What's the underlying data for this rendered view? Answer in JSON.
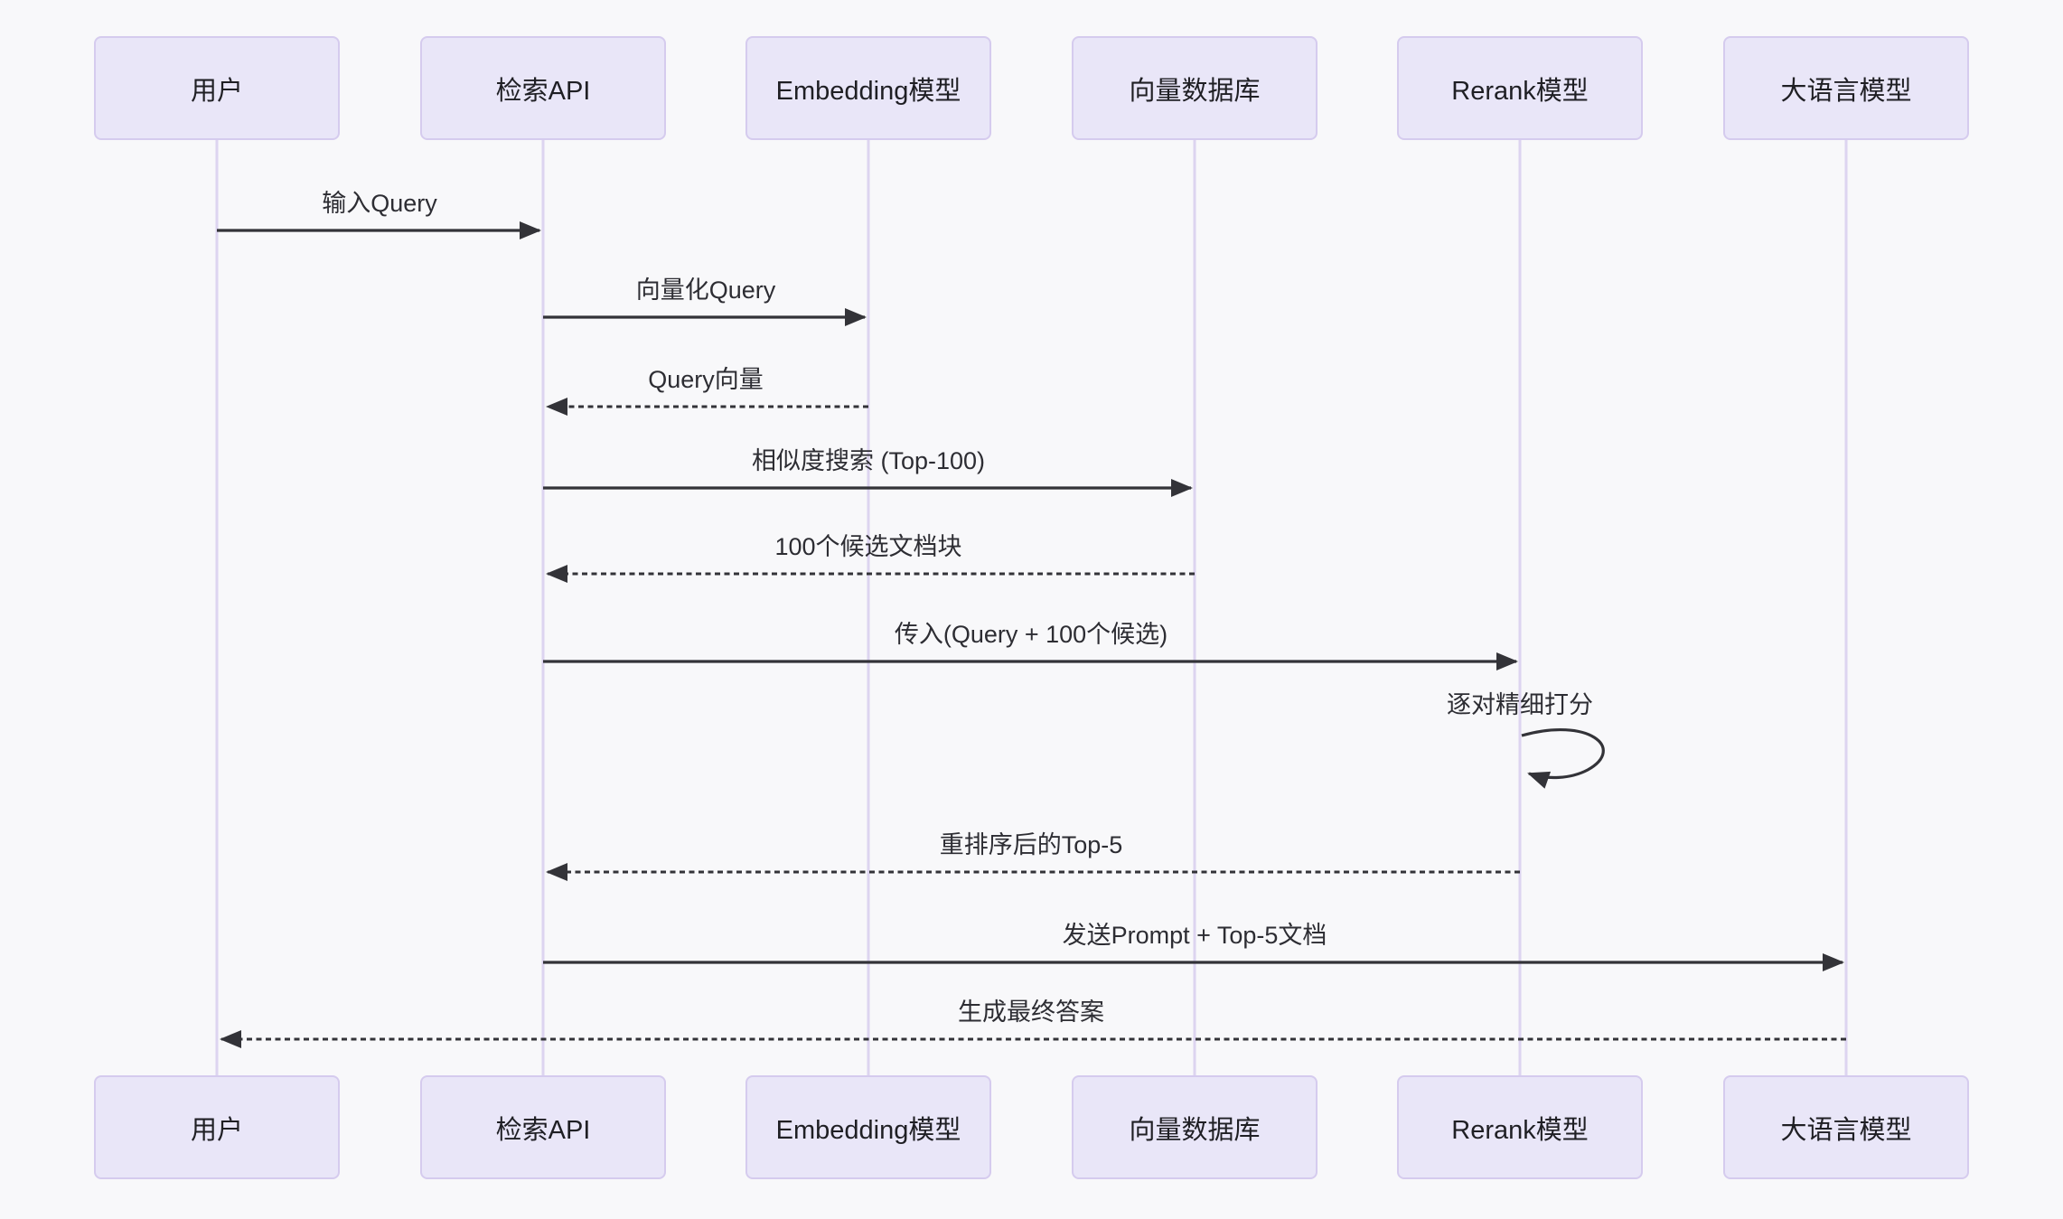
{
  "diagram": {
    "type": "sequence-diagram",
    "topic": "RAG retrieval with rerank flow",
    "colors": {
      "background": "#f8f8fa",
      "actor_fill": "#e9e6f8",
      "actor_border": "#d5cbee",
      "lifeline": "#ddd4f0",
      "arrow": "#333338",
      "text": "#2d2d33"
    },
    "actors": [
      {
        "id": "user",
        "label": "用户"
      },
      {
        "id": "retrieval-api",
        "label": "检索API"
      },
      {
        "id": "embedding-model",
        "label": "Embedding模型"
      },
      {
        "id": "vector-db",
        "label": "向量数据库"
      },
      {
        "id": "rerank-model",
        "label": "Rerank模型"
      },
      {
        "id": "llm",
        "label": "大语言模型"
      }
    ],
    "messages": [
      {
        "from": "用户",
        "to": "检索API",
        "label": "输入Query",
        "style": "solid"
      },
      {
        "from": "检索API",
        "to": "Embedding模型",
        "label": "向量化Query",
        "style": "solid"
      },
      {
        "from": "Embedding模型",
        "to": "检索API",
        "label": "Query向量",
        "style": "dashed"
      },
      {
        "from": "检索API",
        "to": "向量数据库",
        "label": "相似度搜索 (Top-100)",
        "style": "solid"
      },
      {
        "from": "向量数据库",
        "to": "检索API",
        "label": "100个候选文档块",
        "style": "dashed"
      },
      {
        "from": "检索API",
        "to": "Rerank模型",
        "label": "传入(Query + 100个候选)",
        "style": "solid"
      },
      {
        "from": "Rerank模型",
        "to": "Rerank模型",
        "label": "逐对精细打分",
        "style": "self-loop"
      },
      {
        "from": "Rerank模型",
        "to": "检索API",
        "label": "重排序后的Top-5",
        "style": "dashed"
      },
      {
        "from": "检索API",
        "to": "大语言模型",
        "label": "发送Prompt + Top-5文档",
        "style": "solid"
      },
      {
        "from": "大语言模型",
        "to": "用户",
        "label": "生成最终答案",
        "style": "dashed"
      }
    ]
  }
}
